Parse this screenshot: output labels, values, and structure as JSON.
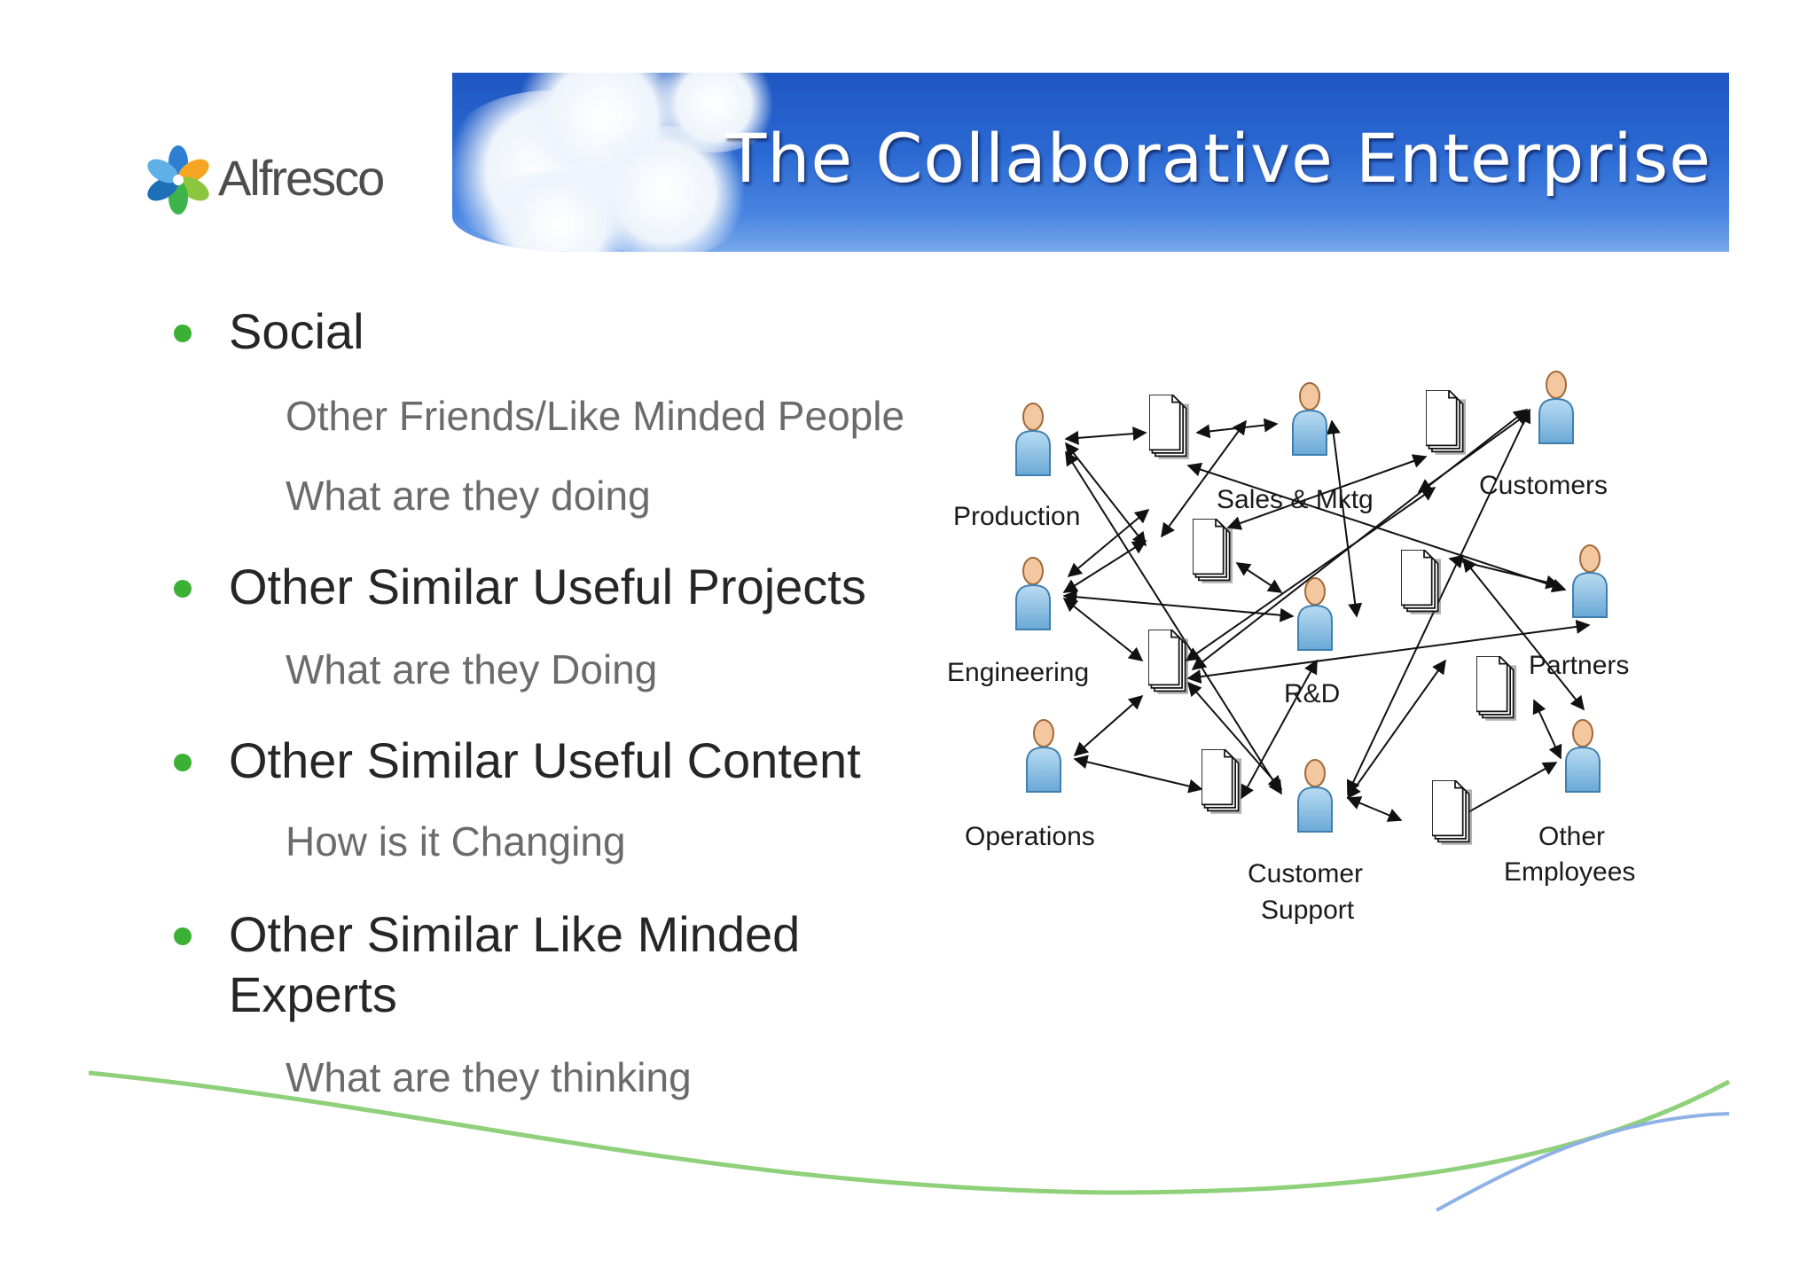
{
  "slide": {
    "title": "The Collaborative Enterprise",
    "logo_text": "Alfresco",
    "colors": {
      "banner": "#2b69d2",
      "bullet": "#3ab034",
      "swoosh_green": "#7ac860",
      "swoosh_blue": "#7aa3e0"
    }
  },
  "bullets": [
    {
      "text": "Social",
      "subs": [
        "Other Friends/Like Minded People",
        "What are they doing"
      ]
    },
    {
      "text": "Other Similar Useful Projects",
      "subs": [
        "What are they Doing"
      ]
    },
    {
      "text": "Other Similar Useful Content",
      "subs": [
        "How is it Changing"
      ]
    },
    {
      "text_line1": "Other Similar Like Minded",
      "text_line2": "Experts",
      "subs": [
        "What are they thinking"
      ]
    }
  ],
  "diagram": {
    "labels": {
      "production": "Production",
      "engineering": "Engineering",
      "operations": "Operations",
      "sales": "Sales & Mktg",
      "customers": "Customers",
      "rd": "R&D",
      "partners": "Partners",
      "support_line1": "Customer",
      "support_line2": "Support",
      "employees_line1": "Other",
      "employees_line2": "Employees"
    }
  }
}
